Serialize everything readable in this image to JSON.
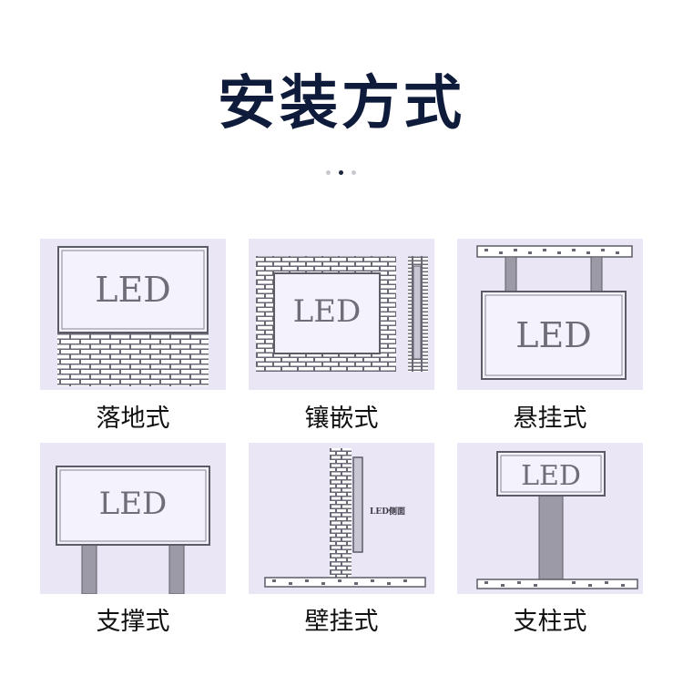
{
  "title": "安装方式",
  "pager": {
    "count": 3,
    "active": 1
  },
  "colors": {
    "title": "#0f1b3a",
    "panel": "#eae6f6",
    "line": "#5c5c66",
    "brick": "#6b6876",
    "pole": "#9c9aa6"
  },
  "panel_text": "LED",
  "side_text": "LED侧面",
  "methods": [
    {
      "label": "落地式"
    },
    {
      "label": "镶嵌式"
    },
    {
      "label": "悬挂式"
    },
    {
      "label": "支撑式"
    },
    {
      "label": "壁挂式"
    },
    {
      "label": "支柱式"
    }
  ]
}
